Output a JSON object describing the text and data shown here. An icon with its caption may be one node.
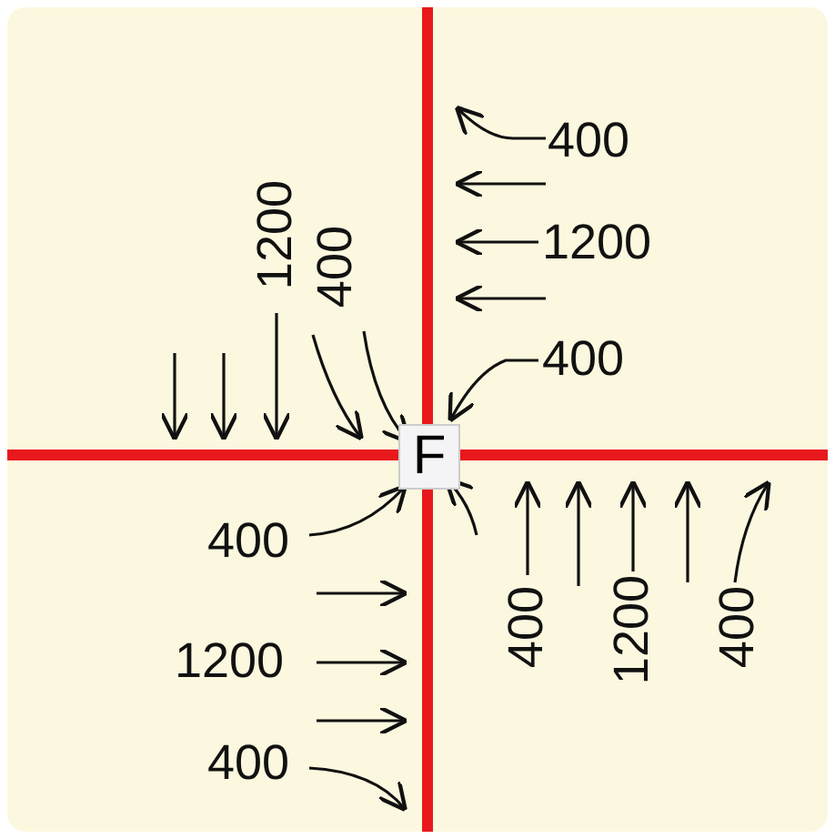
{
  "diagram": {
    "nodes": [
      {
        "text": [
          "F"
        ]
      }
    ],
    "labels": [
      "400",
      "1200",
      "400",
      "1200",
      "400",
      "400",
      "1200",
      "400",
      "400",
      "1200",
      "400"
    ]
  }
}
